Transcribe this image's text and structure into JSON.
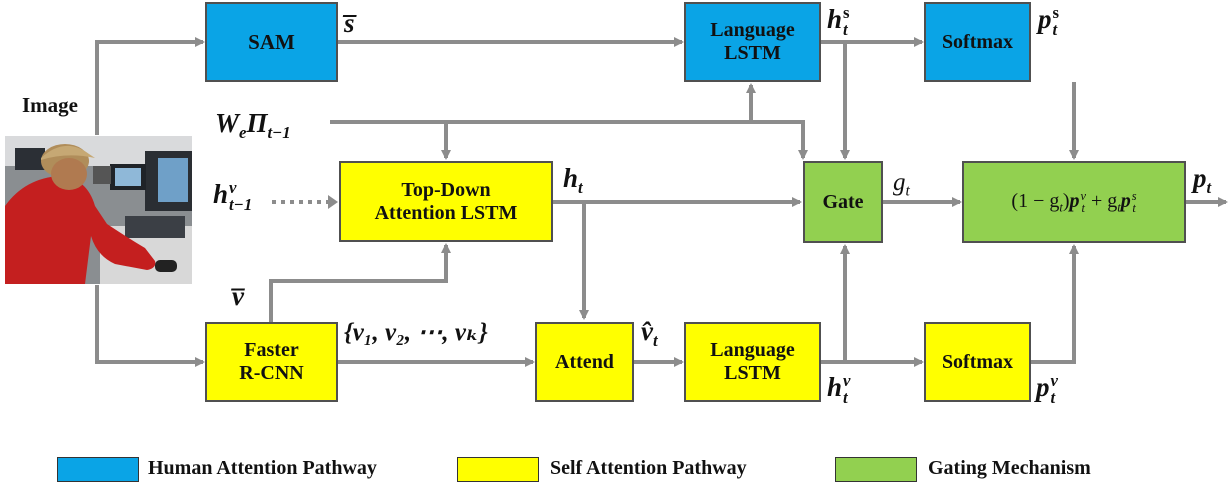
{
  "input_label": "Image",
  "boxes": {
    "sam": "SAM",
    "language_lstm_top": [
      "Language",
      "LSTM"
    ],
    "softmax_top": "Softmax",
    "top_down": [
      "Top-Down",
      "Attention LSTM"
    ],
    "gate": "Gate",
    "faster_rcnn": [
      "Faster",
      "R-CNN"
    ],
    "attend": "Attend",
    "language_lstm_bottom": [
      "Language",
      "LSTM"
    ],
    "softmax_bottom": "Softmax"
  },
  "legend": [
    {
      "label": "Human Attention Pathway",
      "color": "#0aa4e6"
    },
    {
      "label": "Self Attention Pathway",
      "color": "#ffff00"
    },
    {
      "label": "Gating Mechanism",
      "color": "#92d050"
    }
  ],
  "colors": {
    "arrow": "#8c8c8c",
    "border": "#505050",
    "blue": "#0aa4e6",
    "yellow": "#ffff00",
    "green": "#92d050"
  },
  "symbols": {
    "s_bar": "s̅",
    "w_letter": "W",
    "e_sub": "e",
    "pi_letter": "Π",
    "pi_sub": "t−1",
    "h_letter": "h",
    "sup_s": "s",
    "sup_v": "v",
    "sub_t": "t",
    "sub_t_minus_1": "t−1",
    "v_bar": "v̅",
    "v_set": "{v₁, v₂, ⋯, vₖ}",
    "v_hat": "v̂",
    "g_letter": "g",
    "p_letter": "p",
    "formula_prefix": "(1 − g",
    "formula_mid": ")",
    "formula_plus": " + g"
  }
}
